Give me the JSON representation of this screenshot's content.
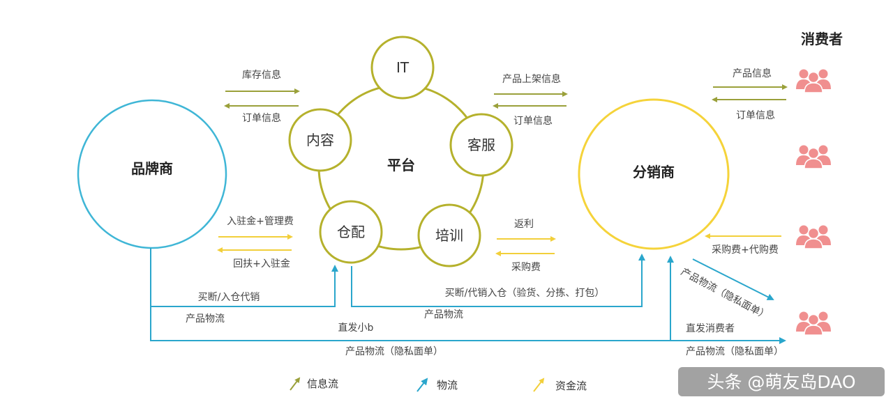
{
  "colors": {
    "brand_circle": "#3fb6d6",
    "distributor_circle": "#f5d33a",
    "platform_ring": "#b5b12c",
    "info_arrow": "#9aa03a",
    "logistics_arrow": "#2aa6cc",
    "capital_arrow": "#f2cf3a",
    "consumer_icon": "#f08f8f",
    "watermark_bg": "#555555"
  },
  "nodes": {
    "brand": "品牌商",
    "platform": "平台",
    "distributor": "分销商",
    "consumer_title": "消费者",
    "it": "IT",
    "content": "内容",
    "service": "客服",
    "warehouse": "仓配",
    "training": "培训"
  },
  "flows": {
    "inventory_info": "库存信息",
    "order_info_left": "订单信息",
    "product_listing_info": "产品上架信息",
    "order_info_mid": "订单信息",
    "product_info": "产品信息",
    "order_info_right": "订单信息",
    "entry_fee": "入驻金+管理费",
    "refund": "回扶+入驻金",
    "rebate": "返利",
    "purchase_fee": "采购费",
    "purchase_agent_fee": "采购费+代购费",
    "buyout": "买断/入仓代销",
    "logistics_1": "产品物流",
    "buyout_warehouse": "买断/代销入仓（验货、分拣、打包）",
    "logistics_2": "产品物流",
    "direct_b": "直发小b",
    "logistics_private_bottom": "产品物流（隐私面单）",
    "logistics_private_diag": "产品物流（隐私面单）",
    "direct_consumer": "直发消费者",
    "logistics_private_right": "产品物流（隐私面单）"
  },
  "legend": {
    "info": "信息流",
    "logistics": "物流",
    "capital": "资金流"
  },
  "watermark": "头条 @萌友岛DAO",
  "icons": [
    "consumer-group-icon",
    "consumer-group-icon",
    "consumer-group-icon",
    "consumer-group-icon"
  ]
}
